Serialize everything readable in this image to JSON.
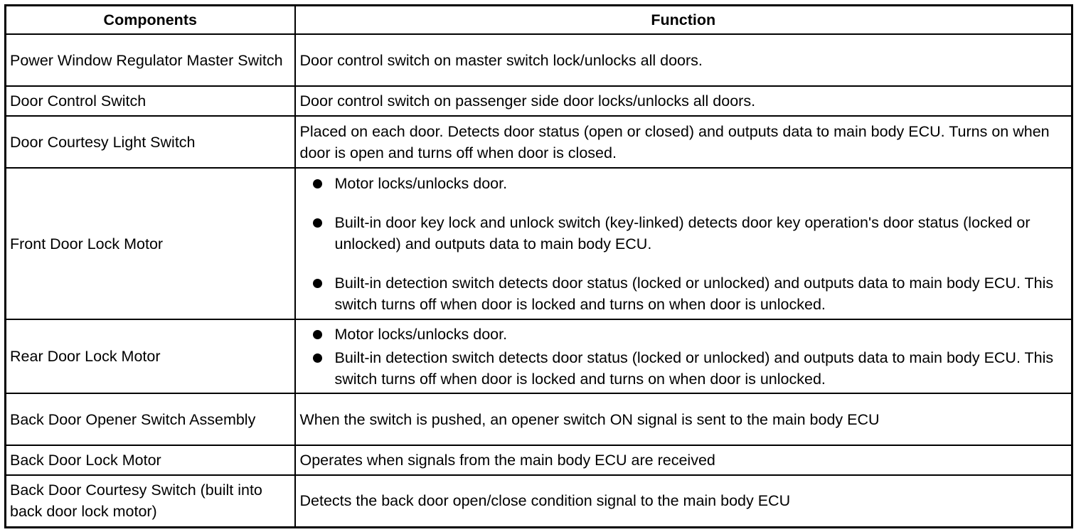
{
  "table": {
    "headers": {
      "components": "Components",
      "function": "Function"
    },
    "rows": [
      {
        "component": "Power Window Regulator Master Switch",
        "function": "Door control switch on master switch lock/unlocks all doors."
      },
      {
        "component": "Door Control Switch",
        "function": "Door control switch on passenger side door locks/unlocks all doors."
      },
      {
        "component": "Door Courtesy Light Switch",
        "function": "Placed on each door. Detects door status (open or closed) and outputs data to main body ECU. Turns on when door is open and turns off when door is closed."
      },
      {
        "component": "Front Door Lock Motor",
        "bullets": [
          "Motor locks/unlocks door.",
          "Built-in door key lock and unlock switch (key-linked) detects door key operation's door status (locked or unlocked) and outputs data to main body ECU.",
          "Built-in detection switch detects door status (locked or unlocked) and outputs data to main body ECU. This switch turns off when door is locked and turns on when door is unlocked."
        ]
      },
      {
        "component": "Rear Door Lock Motor",
        "bullets": [
          "Motor locks/unlocks door.",
          "Built-in detection switch detects door status (locked or unlocked) and outputs data to main body ECU. This switch turns off when door is locked and turns on when door is unlocked."
        ]
      },
      {
        "component": "Back Door Opener Switch Assembly",
        "function": "When the switch is pushed, an opener switch ON signal is sent to the main body ECU"
      },
      {
        "component": "Back Door Lock Motor",
        "function": "Operates when signals from the main body ECU are received"
      },
      {
        "component": "Back Door Courtesy Switch (built into back door lock motor)",
        "function": "Detects the back door open/close condition signal to the main body ECU"
      }
    ]
  }
}
